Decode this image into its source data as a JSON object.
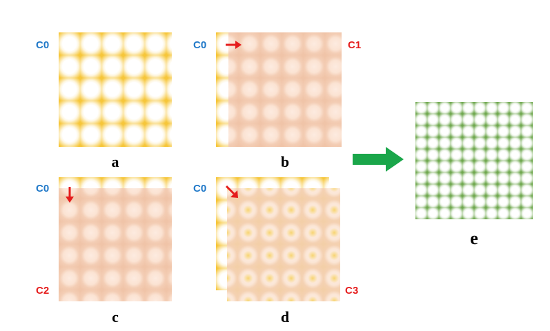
{
  "colors": {
    "channel_base": "#1f78c8",
    "channel_shift": "#e51c1c",
    "arrow": "#e51c1c",
    "result_arrow": "#1aa64a"
  },
  "panels": {
    "a": {
      "letter": "a",
      "base_label": "C0"
    },
    "b": {
      "letter": "b",
      "base_label": "C0",
      "shift_label": "C1",
      "shift_arrow": "arrow-right-icon"
    },
    "c": {
      "letter": "c",
      "base_label": "C0",
      "shift_label": "C2",
      "shift_arrow": "arrow-down-icon"
    },
    "d": {
      "letter": "d",
      "base_label": "C0",
      "shift_label": "C3",
      "shift_arrow": "arrow-diagonal-icon"
    },
    "e": {
      "letter": "e"
    }
  }
}
